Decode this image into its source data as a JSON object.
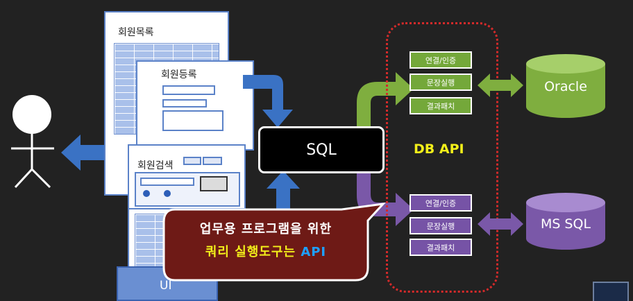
{
  "windows": {
    "list_title": "회원목록",
    "register_title": "회원등록",
    "search_title": "회원검색",
    "ui_label": "UI"
  },
  "sql": {
    "label": "SQL"
  },
  "db_api": {
    "label": "DB API",
    "upper_steps": [
      "연결/인증",
      "문장실행",
      "결과패치"
    ],
    "lower_steps": [
      "연결/인증",
      "문장실행",
      "결과패치"
    ]
  },
  "databases": {
    "top": "Oracle",
    "bottom": "MS SQL"
  },
  "callout": {
    "line1": "업무용 프로그램을 위한",
    "line2_prefix": "쿼리 실행도구는 ",
    "line2_highlight": "API"
  },
  "colors": {
    "background": "#222222",
    "blue_arrow": "#3a72c4",
    "green": "#7fae3f",
    "purple": "#7a58a8",
    "callout_fill": "#6e1a16",
    "highlight_yellow": "#f2ef1a",
    "dashed_red": "#d42a2a"
  }
}
